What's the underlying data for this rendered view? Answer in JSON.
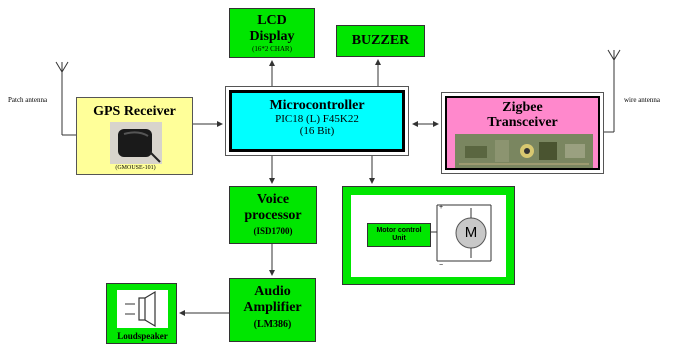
{
  "blocks": {
    "lcd": {
      "title": "LCD\nDisplay",
      "subtitle": "(16*2 CHAR)"
    },
    "buzzer": {
      "title": "BUZZER"
    },
    "gps": {
      "title": "GPS Receiver",
      "subtitle": "(GMOUSE-101)"
    },
    "mcu": {
      "title": "Microcontroller",
      "line2": "PIC18 (L) F45K22",
      "line3": "(16 Bit)"
    },
    "zigbee": {
      "title": "Zigbee\nTransceiver"
    },
    "voice": {
      "title": "Voice\nprocessor",
      "subtitle": "(ISD1700)"
    },
    "amp": {
      "title": "Audio\nAmplifier",
      "subtitle": "(LM386)"
    },
    "motor": {
      "unit_label": "Motor control\nUnit",
      "motor_letter": "M"
    },
    "speaker": {
      "label": "Loudspeaker"
    }
  },
  "antennas": {
    "patch": "Patch antenna",
    "wire": "wire antenna"
  },
  "colors": {
    "green": "#00e600",
    "cyan": "#00ffff",
    "gps_bg": "#ffff99",
    "zigbee_bg": "#ff88cc"
  }
}
